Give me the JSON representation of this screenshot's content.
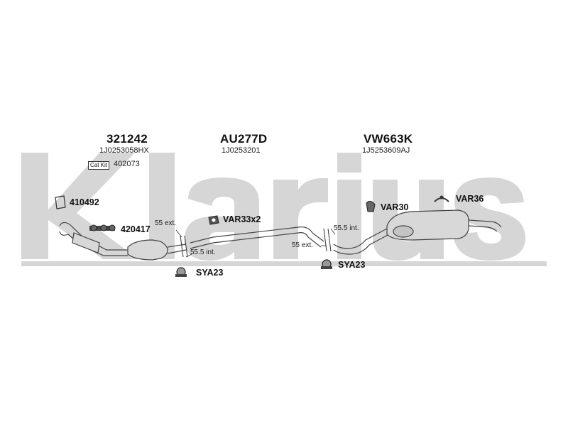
{
  "watermark": {
    "text": "Klarius",
    "color": "#d6d6d6"
  },
  "sections": [
    {
      "code": "321242",
      "oem": "1J0253058HX"
    },
    {
      "code": "AU277D",
      "oem": "1J0253201"
    },
    {
      "code": "VW663K",
      "oem": "1J5253609AJ"
    }
  ],
  "cat_kit": {
    "badge": "Cat Kit",
    "number": "402073"
  },
  "parts": {
    "gasket": "410492",
    "mount_front": "420417",
    "clamp_mid": "VAR33x2",
    "rubber_rear": "VAR30",
    "hanger_rear": "VAR36",
    "clamp_left": "SYA23",
    "clamp_right": "SYA23"
  },
  "joints": {
    "left_ext": "55 ext.",
    "left_int": "55.5 int.",
    "right_int": "55.5 int.",
    "right_ext": "55 ext."
  }
}
